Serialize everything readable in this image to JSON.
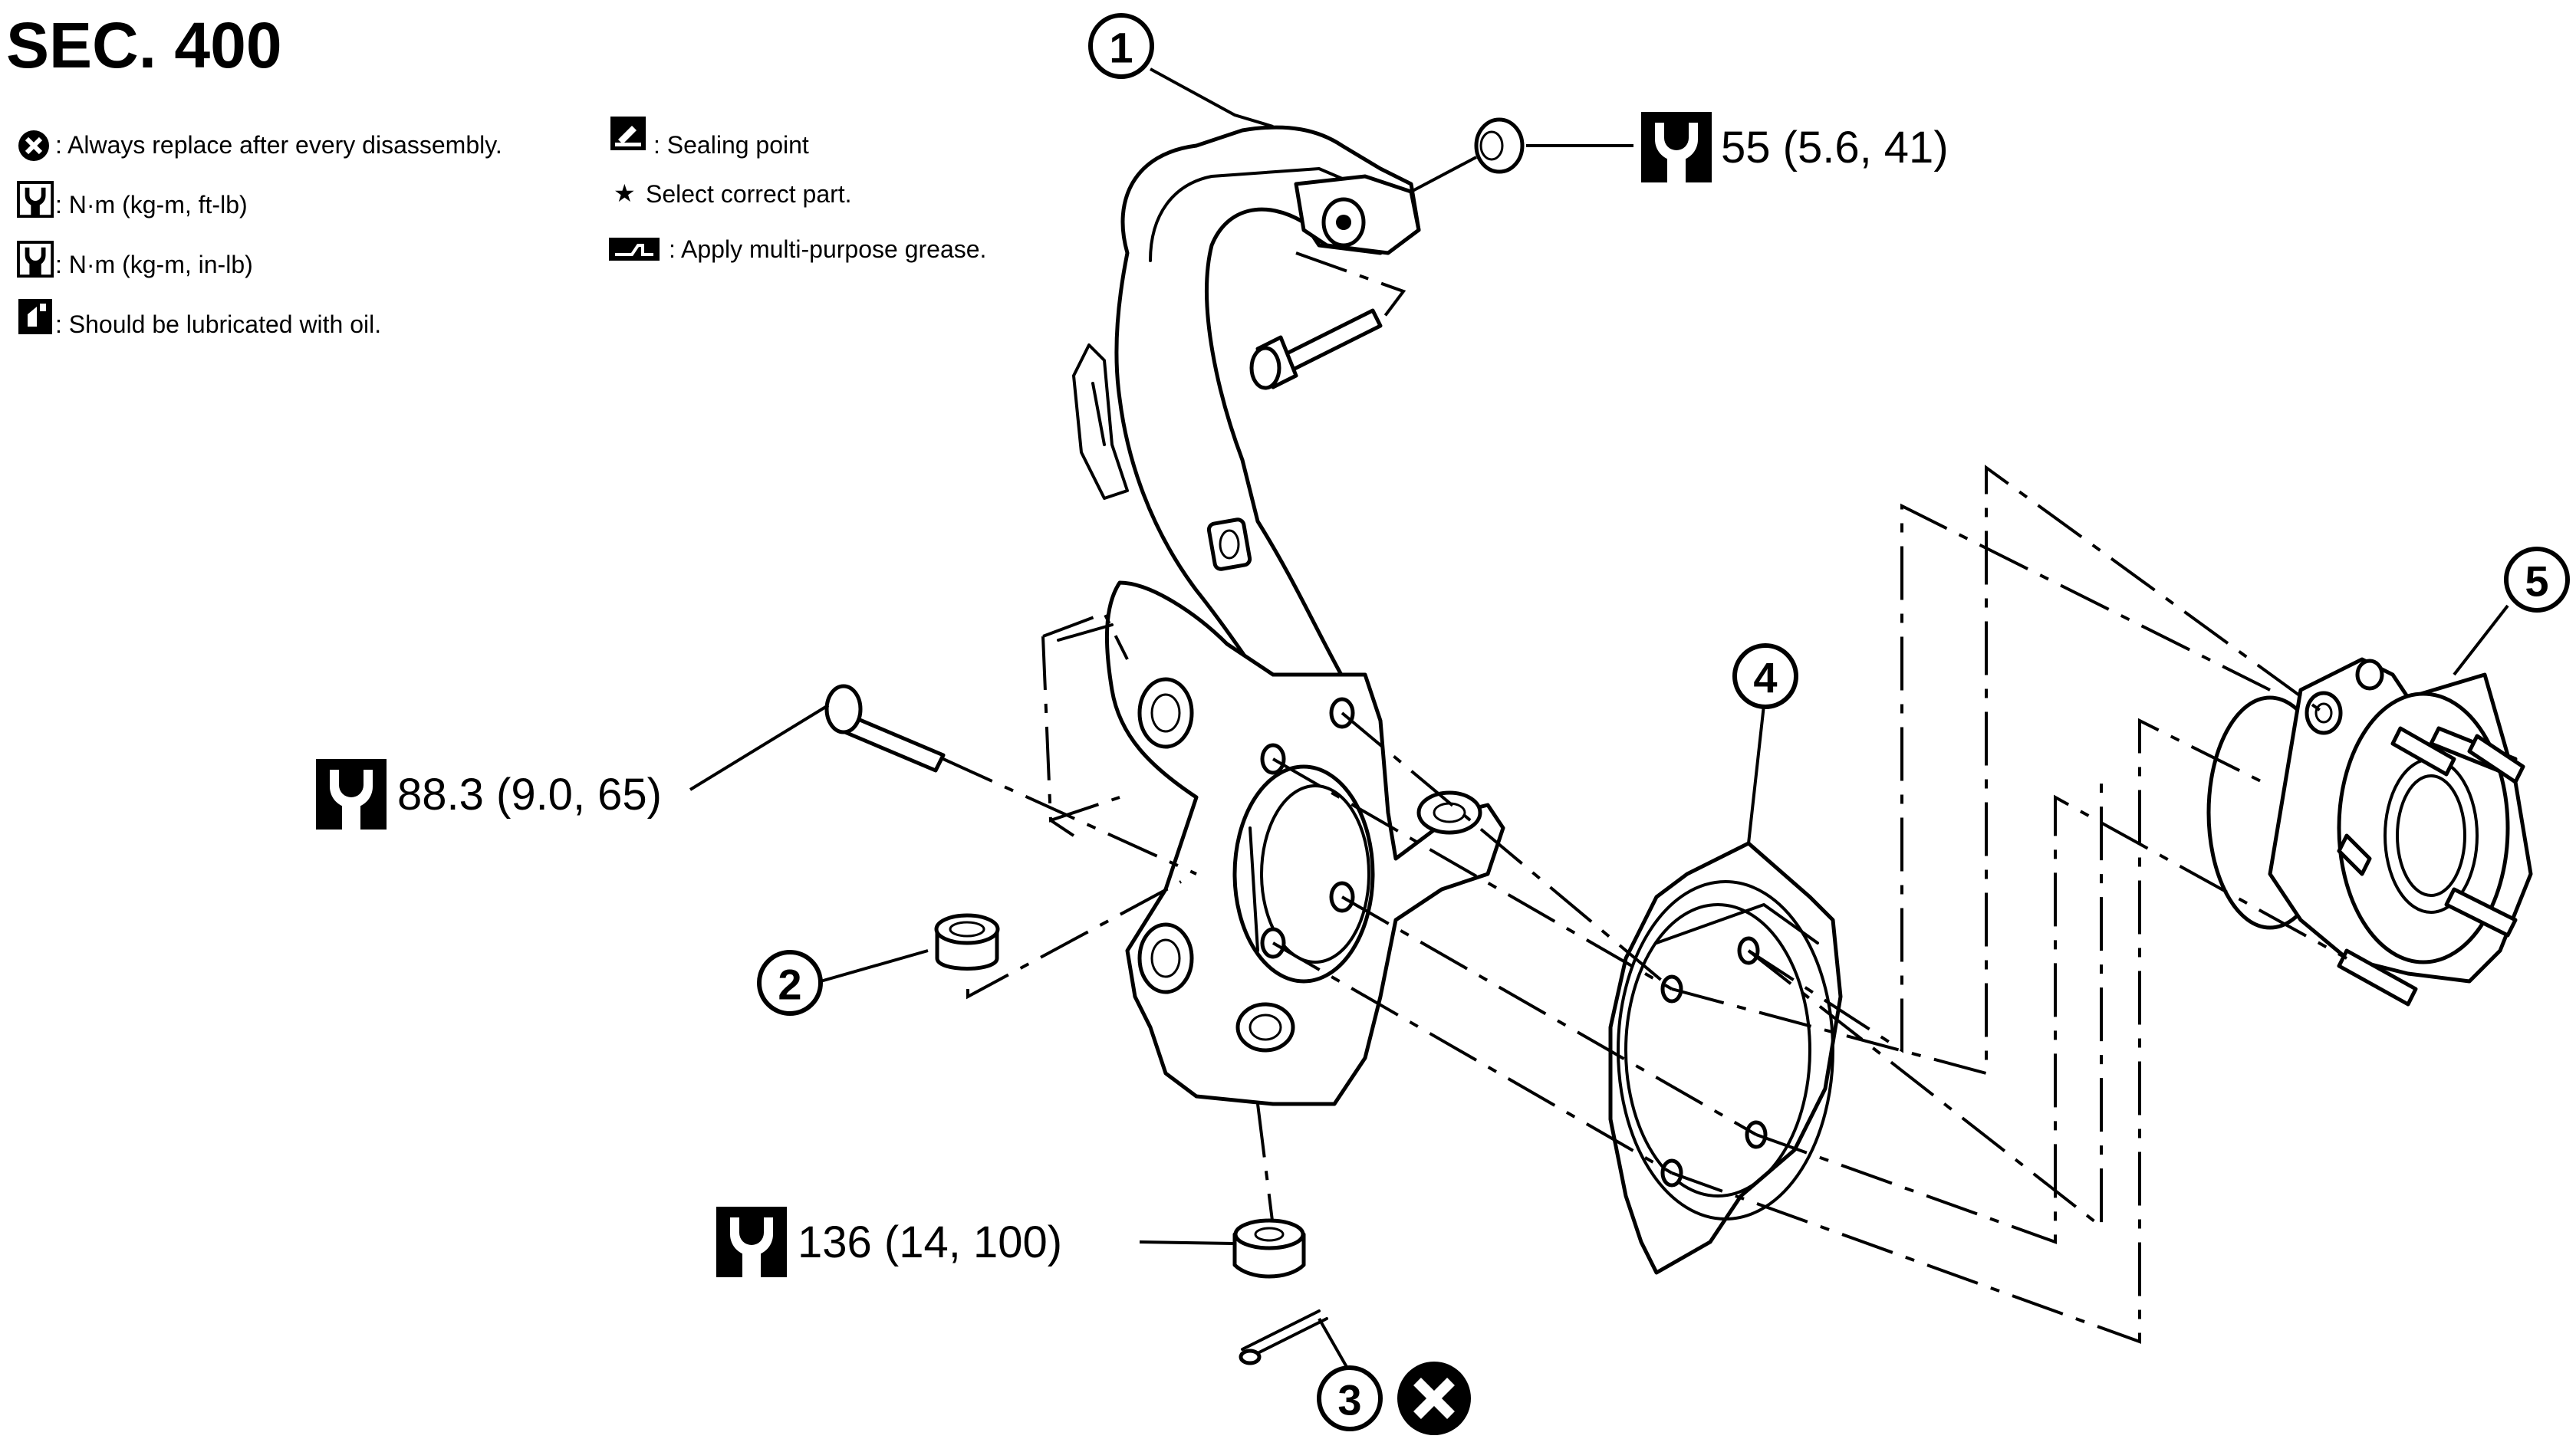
{
  "title": "SEC. 400",
  "legend": {
    "replace": ": Always replace after every disassembly.",
    "torque_ftlb": ": N·m (kg-m, ft-lb)",
    "torque_inlb": ": N·m (kg-m, in-lb)",
    "oil": ": Should be lubricated with oil.",
    "sealing": ": Sealing point",
    "select": "Select correct part.",
    "grease": ": Apply multi-purpose grease."
  },
  "torques": {
    "t1": "55 (5.6, 41)",
    "t2": "88.3 (9.0, 65)",
    "t3": "136 (14, 100)"
  },
  "callouts": [
    "1",
    "2",
    "3",
    "4",
    "5"
  ],
  "icons": [
    "replace-icon",
    "torque-wrench-icon",
    "torque-wrench-inlb-icon",
    "oil-can-icon",
    "sealing-point-icon",
    "star-icon",
    "grease-icon"
  ]
}
